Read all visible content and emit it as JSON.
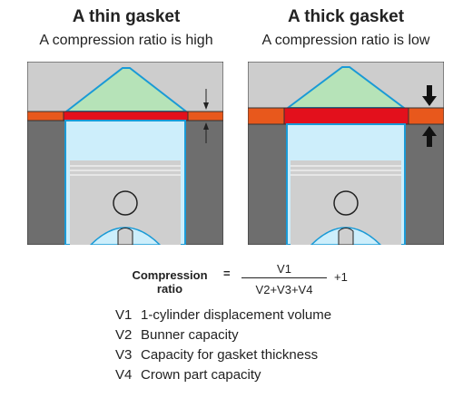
{
  "panels": [
    {
      "title": "A thin gasket",
      "subtitle": "A compression ratio is high"
    },
    {
      "title": "A thick gasket",
      "subtitle": "A compression ratio is low"
    }
  ],
  "colors": {
    "head": "#cdcdcd",
    "block": "#6e6e6e",
    "gasket_side": "#e8581c",
    "gasket_center": "#e3101c",
    "combustion_chamber": "#b6e3b8",
    "cylinder": "#cdeefb",
    "piston": "#cfcfcf",
    "outline": "#1a9ad6"
  },
  "formula": {
    "lhs_line1": "Compression",
    "lhs_line2": "ratio",
    "equals": "=",
    "numerator": "V1",
    "denominator": "V2+V3+V4",
    "suffix": "+1"
  },
  "legend": [
    {
      "key": "V1",
      "text": "1-cylinder  displacement volume"
    },
    {
      "key": "V2",
      "text": "Bunner capacity"
    },
    {
      "key": "V3",
      "text": "Capacity for gasket thickness"
    },
    {
      "key": "V4",
      "text": "Crown part capacity"
    }
  ]
}
